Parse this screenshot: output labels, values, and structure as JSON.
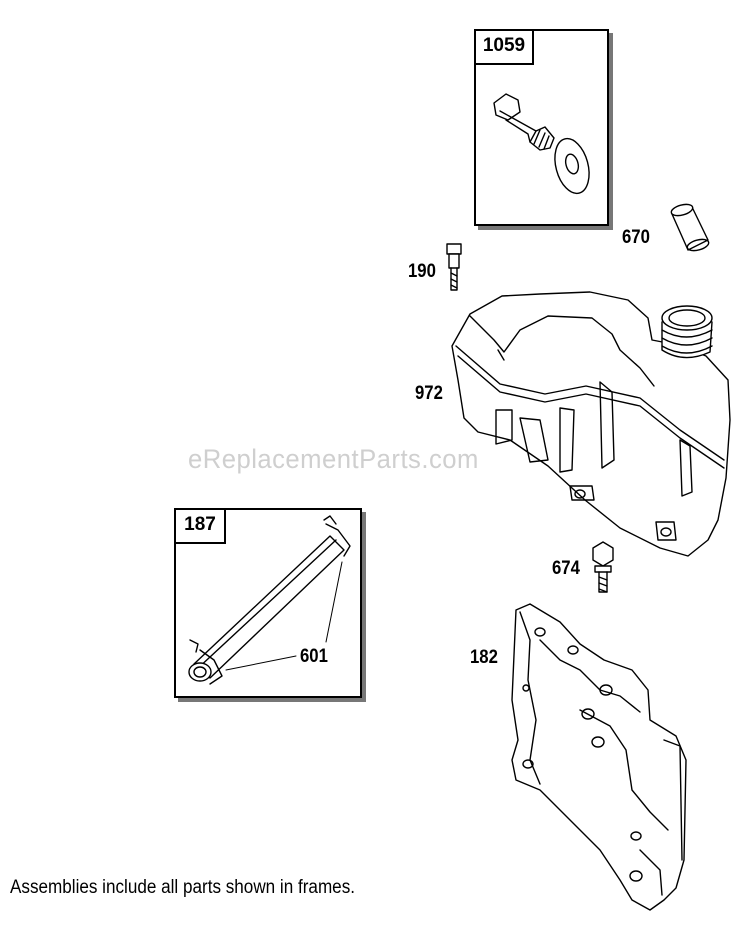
{
  "watermark": "eReplacementParts.com",
  "footnote": "Assemblies include all parts shown in frames.",
  "frames": {
    "frame_1059": "1059",
    "frame_187": "187"
  },
  "callouts": {
    "p670": "670",
    "p190": "190",
    "p972": "972",
    "p674": "674",
    "p601": "601",
    "p182": "182"
  },
  "colors": {
    "line": "#000000",
    "shadow": "#777777",
    "watermark": "#cfcfcf"
  }
}
